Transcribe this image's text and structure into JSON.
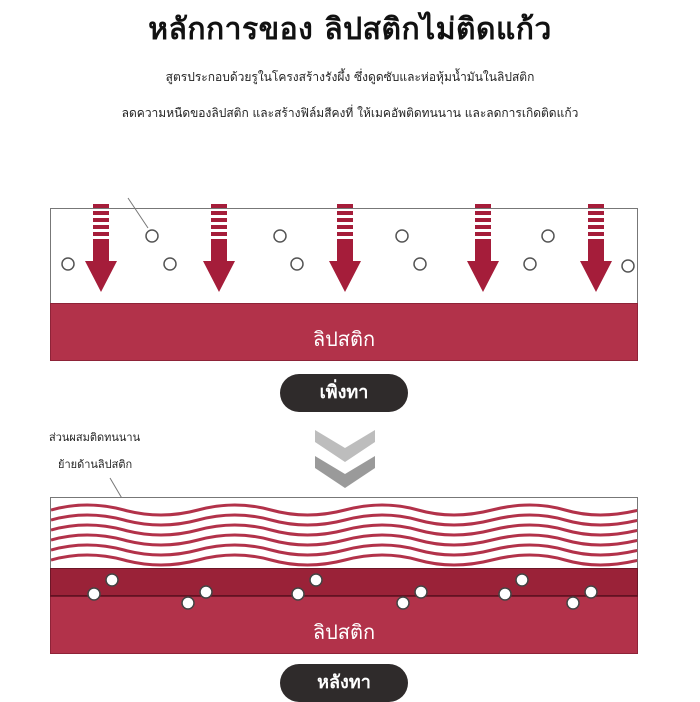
{
  "title": "หลักการของ ลิปสติกไม่ติดแก้ว",
  "description_line_1": "สูตรประกอบด้วยรูในโครงสร้างรังผึ้ง ซึ่งดูดซับและห่อหุ้มน้ำมันในลิปสติก",
  "description_line_2": "ลดความหนืดของลิปสติก และสร้างฟิล์มสีคงที่ ให้เมคอัพติดทนนาน และลดการเกิดติดแก้ว",
  "before": {
    "band_label": "ลิปสติก",
    "stage_label": "เพิ่งทา"
  },
  "after": {
    "annotation_line_1": "ส่วนผสมติดทนนาน",
    "annotation_line_2": "ย้ายด้านลิปสติก",
    "band_label": "ลิปสติก",
    "stage_label": "หลังทา"
  },
  "colors": {
    "lipstick": "#b2324a",
    "lipstick_dark": "#9a2238",
    "arrow": "#a51d3a",
    "pill": "#2f2b2b"
  }
}
